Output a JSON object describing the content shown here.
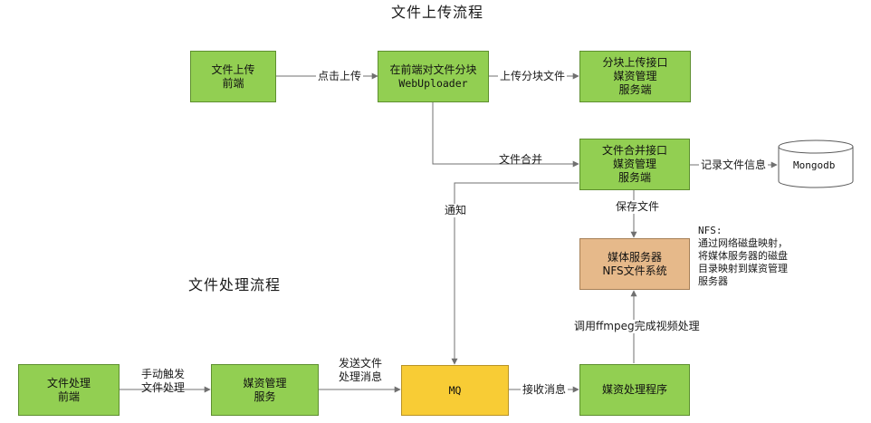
{
  "titles": {
    "upload_flow": "文件上传流程",
    "processing_flow": "文件处理流程"
  },
  "nodes": {
    "upload_frontend": [
      "文件上传",
      "前端"
    ],
    "webuploader": [
      "在前端对文件分块",
      "WebUploader"
    ],
    "chunk_upload_api": [
      "分块上传接口",
      "媒资管理",
      "服务端"
    ],
    "merge_api": [
      "文件合并接口",
      "媒资管理",
      "服务端"
    ],
    "mongodb": "Mongodb",
    "media_server": [
      "媒体服务器",
      "NFS文件系统"
    ],
    "processing_frontend": [
      "文件处理",
      "前端"
    ],
    "media_management_service": [
      "媒资管理",
      "服务"
    ],
    "mq": "MQ",
    "media_processor": "媒资处理程序"
  },
  "edge_labels": {
    "click_upload": "点击上传",
    "upload_chunk": "上传分块文件",
    "merge_file": "文件合并",
    "record_file_info": "记录文件信息",
    "save_file": "保存文件",
    "notify": "通知",
    "ffmpeg": "调用ffmpeg完成视频处理",
    "manual_trigger": [
      "手动触发",
      "文件处理"
    ],
    "send_message": [
      "发送文件",
      "处理消息"
    ],
    "receive_message": "接收消息"
  },
  "note": {
    "nfs": [
      "NFS:",
      "通过网络磁盘映射，将媒体服务器的磁盘目录映射到媒资管理服务器"
    ]
  },
  "colors": {
    "green_node": "#92cf52",
    "orange_node": "#e6b98a",
    "yellow_node": "#f8cc35",
    "connector": "#707070"
  }
}
